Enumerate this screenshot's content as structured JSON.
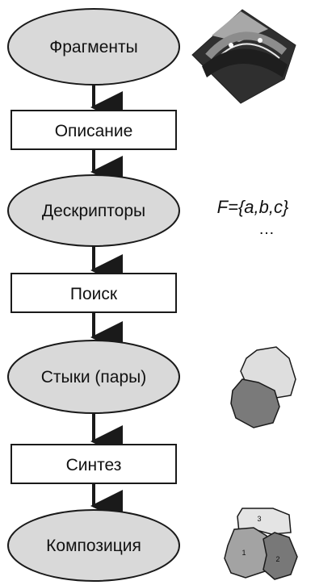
{
  "nodes": {
    "fragments": "Фрагменты",
    "description": "Описание",
    "descriptors": "Дескрипторы",
    "search": "Поиск",
    "joints": "Стыки (пары)",
    "synthesis": "Синтез",
    "composition": "Композиция"
  },
  "side": {
    "formula": "F={a,b,c}",
    "ellipsis": "…",
    "piece_labels": [
      "3",
      "1",
      "2"
    ]
  },
  "colors": {
    "ellipse_fill": "#d9d9d9",
    "box_fill": "#ffffff",
    "stroke": "#1a1a1a",
    "shard_dark": "#2f2f2f",
    "piece_light": "#dedede",
    "piece_mid": "#9e9e9e",
    "piece_dark": "#7a7a7a"
  }
}
